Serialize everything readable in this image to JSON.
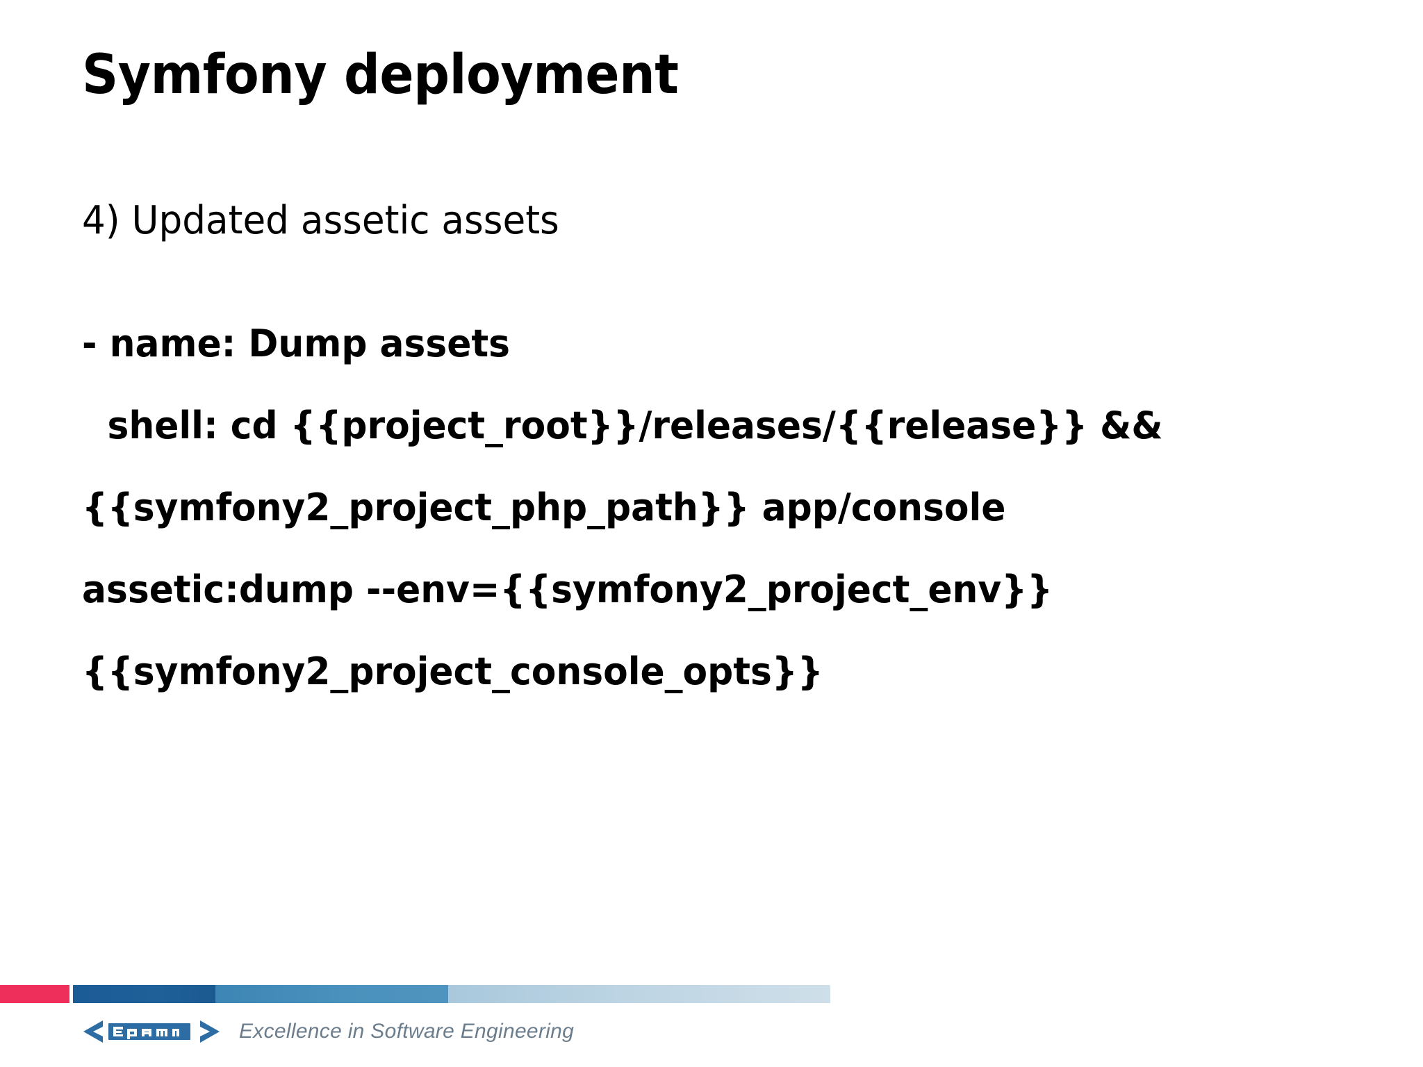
{
  "slide": {
    "title": "Symfony deployment",
    "subhead": "4) Updated assetic assets",
    "code_lines": [
      "- name: Dump assets",
      "shell: cd {{project_root}}/releases/{{release}} &&",
      "{{symfony2_project_php_path}} app/console",
      "assetic:dump --env={{symfony2_project_env}}",
      "{{symfony2_project_console_opts}}"
    ]
  },
  "footer": {
    "logo_text": "epam",
    "logo_bracket_left": "<",
    "logo_bracket_right": ">",
    "tagline": "Excellence in Software Engineering",
    "bar_colors": {
      "crimson": "#ef2f5b",
      "dark_blue": "#1c5b96",
      "mid_blue": "#4a91bd",
      "light_blue": "#bcd4e3"
    },
    "logo_color": "#2e6da4",
    "tagline_color": "#6b7d8c"
  }
}
